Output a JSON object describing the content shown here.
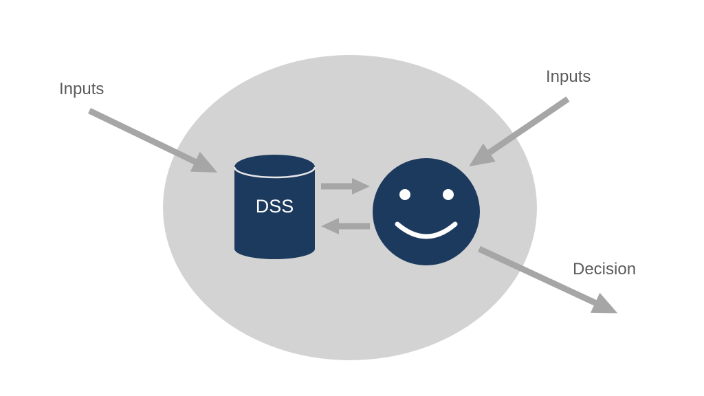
{
  "labels": {
    "inputs_left": "Inputs",
    "inputs_right": "Inputs",
    "decision": "Decision",
    "database": "DSS"
  },
  "colors": {
    "background": "#ffffff",
    "context_ellipse": "#d3d3d3",
    "node_fill": "#1c3a5e",
    "arrow": "#a6a6a6",
    "label_text": "#5a5a5a",
    "node_text": "#ffffff"
  },
  "icons": {
    "database": "database-cylinder-icon",
    "user": "smiley-face-icon"
  }
}
